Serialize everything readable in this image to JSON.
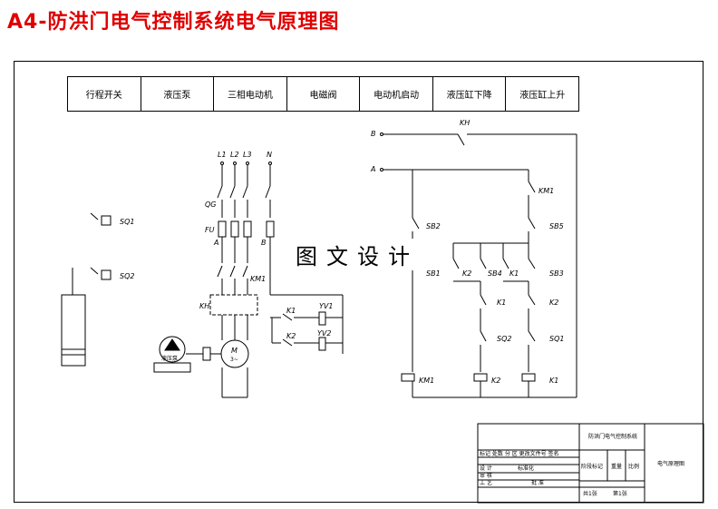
{
  "title": "A4-防洪门电气控制系统电气原理图",
  "header": [
    "行程开关",
    "液压泵",
    "三相电动机",
    "电磁阀",
    "电动机启动",
    "液压缸下降",
    "液压缸上升"
  ],
  "watermark": "图文设计",
  "labels": {
    "B": "B",
    "A": "A",
    "KH": "KH",
    "L1": "L1",
    "L2": "L2",
    "L3": "L3",
    "N": "N",
    "QG": "QG",
    "FU": "FU",
    "A2": "A",
    "B2": "B",
    "KM1": "KM1",
    "KH2": "KH",
    "K1": "K1",
    "K2": "K2",
    "YV1": "YV1",
    "YV2": "YV2",
    "M": "M",
    "M3": "3~",
    "SQ1": "SQ1",
    "SQ2": "SQ2",
    "SB2": "SB2",
    "SB5": "SB5",
    "SB4": "SB4",
    "SB3": "SB3",
    "SB1": "SB1",
    "SQ2b": "SQ2",
    "SQ1b": "SQ1",
    "pump": "液压泵"
  },
  "titleblock": {
    "drawing_name": "防洪门电气控制系统",
    "sheet_name": "电气原理图",
    "row1": "标记 处数 分 区 更改文件号 签名",
    "design": "设 计",
    "std": "标准化",
    "review": "审 核",
    "process": "工 艺",
    "approve": "批 准",
    "stage": "阶段标记",
    "weight": "重量",
    "scale": "比例",
    "total": "共1张",
    "page": "第1张"
  }
}
